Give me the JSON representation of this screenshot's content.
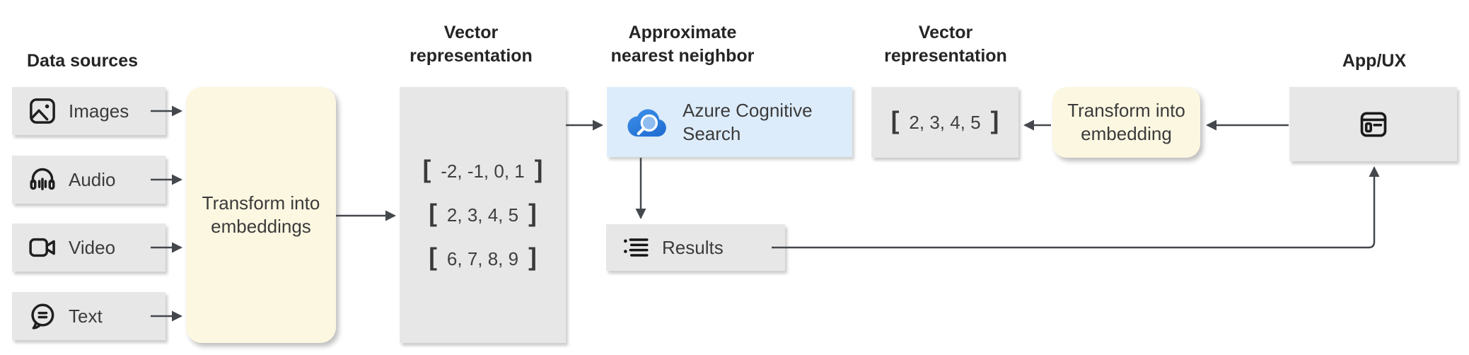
{
  "headings": {
    "data_sources": "Data sources",
    "vector_representation_left": "Vector\nrepresentation",
    "approximate_nearest_neighbor": "Approximate\nnearest neighbor",
    "vector_representation_right": "Vector\nrepresentation",
    "app_ux": "App/UX"
  },
  "data_sources": {
    "images": "Images",
    "audio": "Audio",
    "video": "Video",
    "text": "Text"
  },
  "process": {
    "transform_into_embeddings": "Transform into\nembeddings",
    "transform_into_embedding": "Transform into\nembedding"
  },
  "vector_store": {
    "bracket_open": "[",
    "bracket_close": "]",
    "rows": [
      "-2, -1, 0, 1",
      "2, 3, 4, 5",
      "6, 7, 8, 9"
    ]
  },
  "query_vector": "2, 3, 4, 5",
  "search": {
    "service_label": "Azure Cognitive\nSearch",
    "results_label": "Results"
  },
  "icons": {
    "images": "image-icon",
    "audio": "audio-icon",
    "video": "video-icon",
    "text": "text-chat-icon",
    "search_service": "azure-cognitive-search-cloud-icon",
    "results": "bullet-list-icon",
    "app_ux": "browser-window-icon"
  },
  "colors": {
    "box_gray": "#e7e7e7",
    "box_yellow": "#fcf7e1",
    "box_blue": "#ddecfa",
    "arrow": "#44484c",
    "heading_text": "#252525",
    "label_text": "#3b3b3b",
    "azure_cloud_blue": "#2e7ee2",
    "magnifier_fill": "#8fbdf0"
  }
}
